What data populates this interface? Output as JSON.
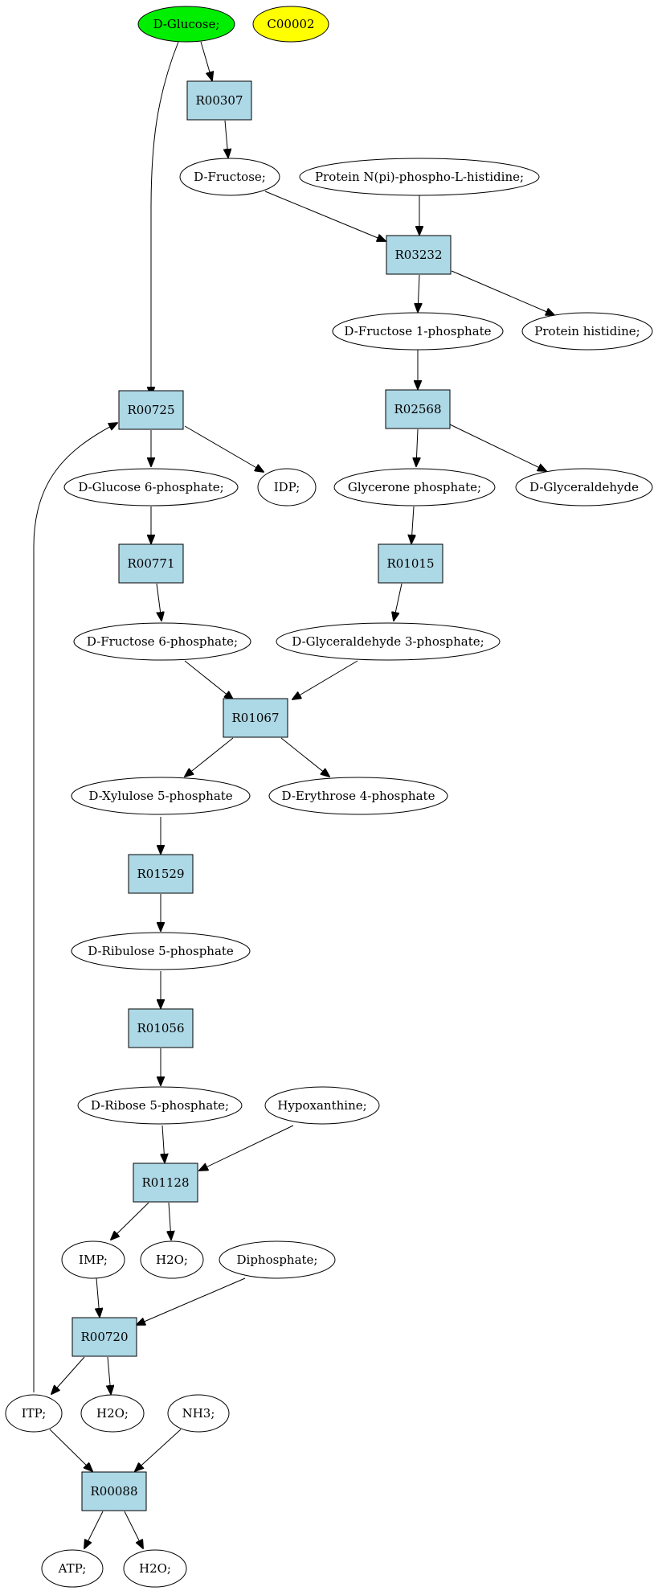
{
  "colors": {
    "reaction_fill": "#add8e6",
    "metabolite_fill": "#ffffff",
    "start_fill": "#00ee00",
    "highlight_fill": "#ffff00",
    "stroke": "#000000"
  },
  "nodes": {
    "d_glucose": "D-Glucose;",
    "c00002": "C00002",
    "r00307": "R00307",
    "d_fructose": "D-Fructose;",
    "protein_npi": "Protein N(pi)-phospho-L-histidine;",
    "r03232": "R03232",
    "d_fructose_1p": "D-Fructose 1-phosphate",
    "protein_histidine": "Protein histidine;",
    "r00725": "R00725",
    "r02568": "R02568",
    "d_glucose_6p": "D-Glucose 6-phosphate;",
    "idp": "IDP;",
    "glycerone_p": "Glycerone phosphate;",
    "d_glyceraldehyde": "D-Glyceraldehyde",
    "r00771": "R00771",
    "r01015": "R01015",
    "d_fructose_6p": "D-Fructose 6-phosphate;",
    "d_glyceraldehyde_3p": "D-Glyceraldehyde 3-phosphate;",
    "r01067": "R01067",
    "d_xylulose_5p": "D-Xylulose 5-phosphate",
    "d_erythrose_4p": "D-Erythrose 4-phosphate",
    "r01529": "R01529",
    "d_ribulose_5p": "D-Ribulose 5-phosphate",
    "r01056": "R01056",
    "d_ribose_5p": "D-Ribose 5-phosphate;",
    "hypoxanthine": "Hypoxanthine;",
    "r01128": "R01128",
    "imp": "IMP;",
    "h2o_1": "H2O;",
    "diphosphate": "Diphosphate;",
    "r00720": "R00720",
    "itp": "ITP;",
    "h2o_2": "H2O;",
    "nh3": "NH3;",
    "r00088": "R00088",
    "atp": "ATP;",
    "h2o_3": "H2O;"
  }
}
